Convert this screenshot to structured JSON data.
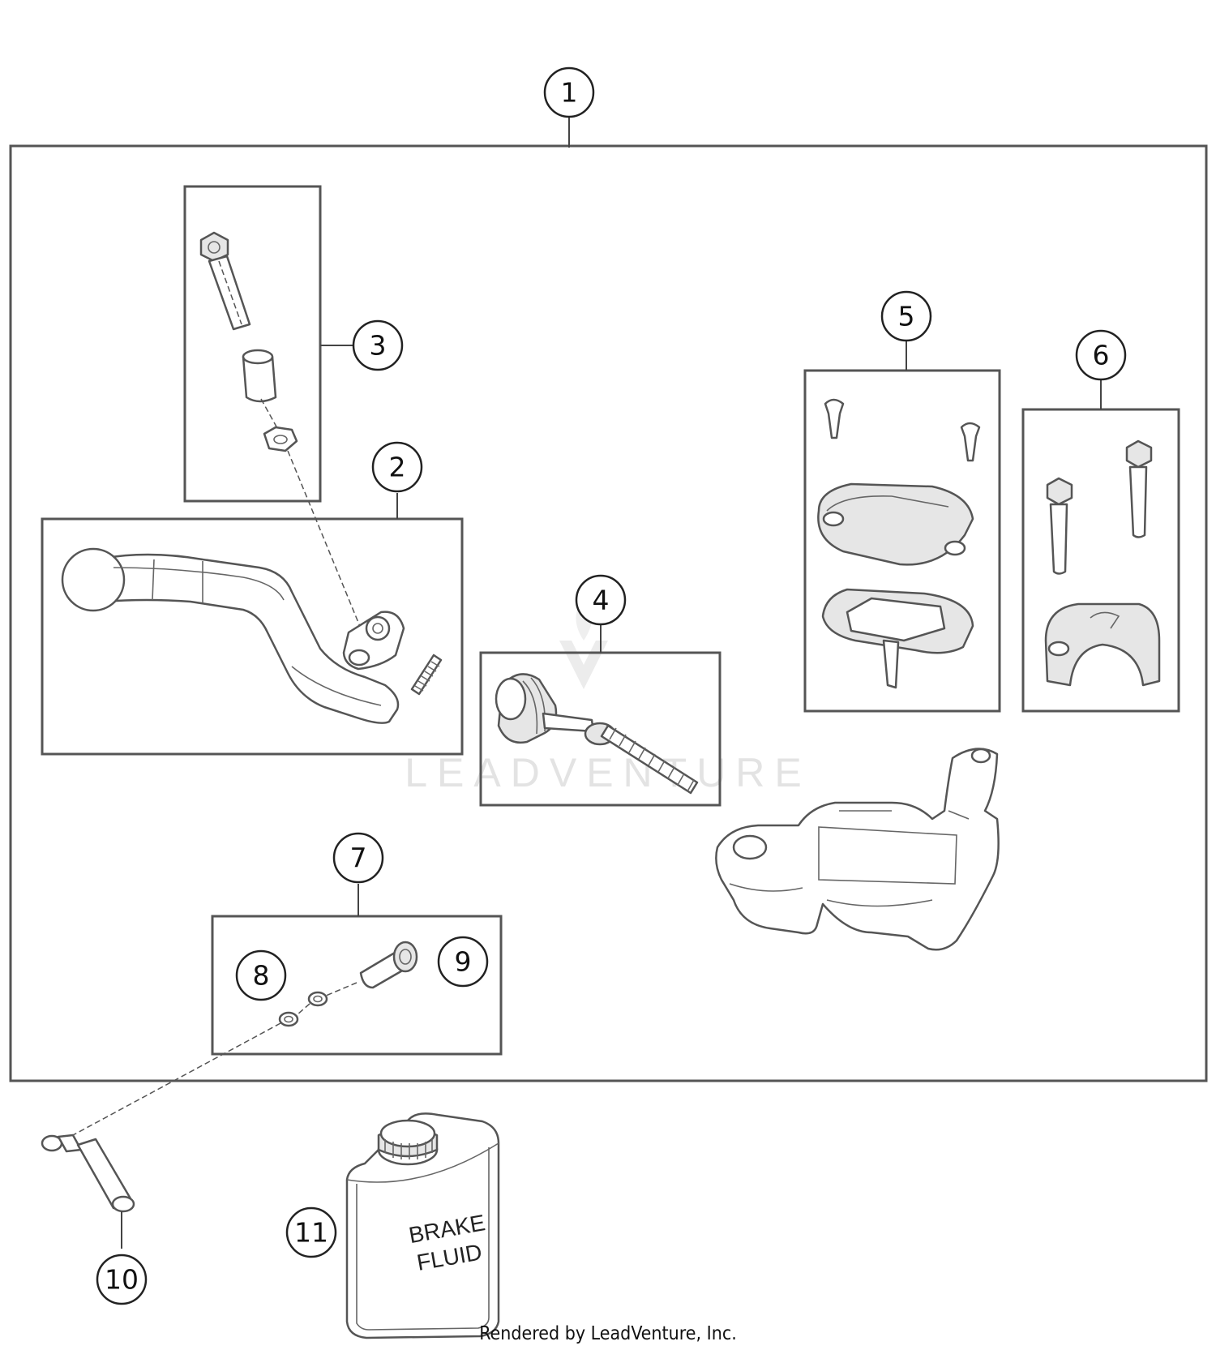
{
  "callouts": [
    "1",
    "2",
    "3",
    "4",
    "5",
    "6",
    "7",
    "8",
    "9",
    "10",
    "11"
  ],
  "watermark": "LEADVENTURE",
  "fluid_can_label": [
    "BRAKE",
    "FLUID"
  ],
  "credit": "Rendered by LeadVenture, Inc."
}
